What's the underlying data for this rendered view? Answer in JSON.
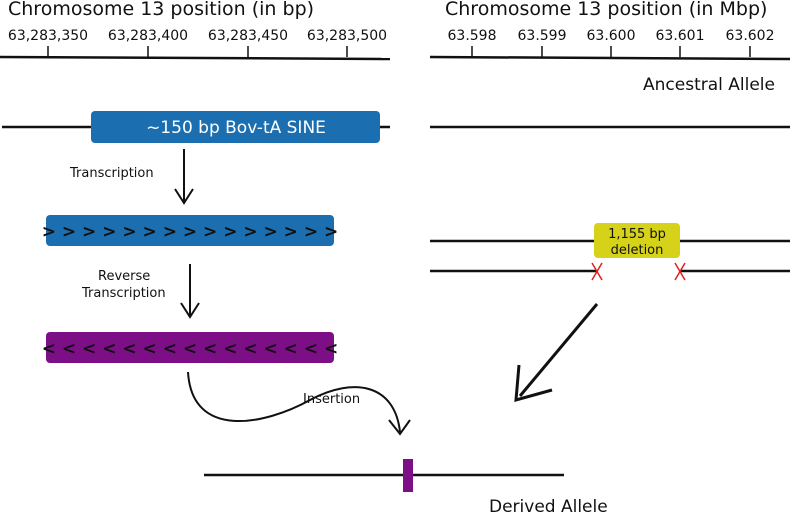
{
  "left_axis": {
    "title": "Chromosome 13 position (in bp)",
    "ticks": [
      "63,283,350",
      "63,283,400",
      "63,283,450",
      "63,283,500"
    ]
  },
  "right_axis": {
    "title": "Chromosome 13 position (in Mbp)",
    "ticks": [
      "63.598",
      "63.599",
      "63.600",
      "63.601",
      "63.602"
    ]
  },
  "labels": {
    "ancestral_allele": "Ancestral Allele",
    "derived_allele": "Derived Allele",
    "sine_element": "~150 bp Bov-tA SINE",
    "transcription": "Transcription",
    "reverse_transcription_1": "Reverse",
    "reverse_transcription_2": "Transcription",
    "insertion": "Insertion",
    "deletion_line1": "1,155 bp",
    "deletion_line2": "deletion",
    "forward_strand": "> > > > > > > > > > > > > > >",
    "reverse_strand": "< < < < < < < < < < < < < < <"
  },
  "colors": {
    "sine_blue": "#1b6fb0",
    "insert_purple": "#7d0f86",
    "deletion_yellow": "#d6d21a",
    "break_red": "#e02020",
    "line_black": "#111111"
  }
}
